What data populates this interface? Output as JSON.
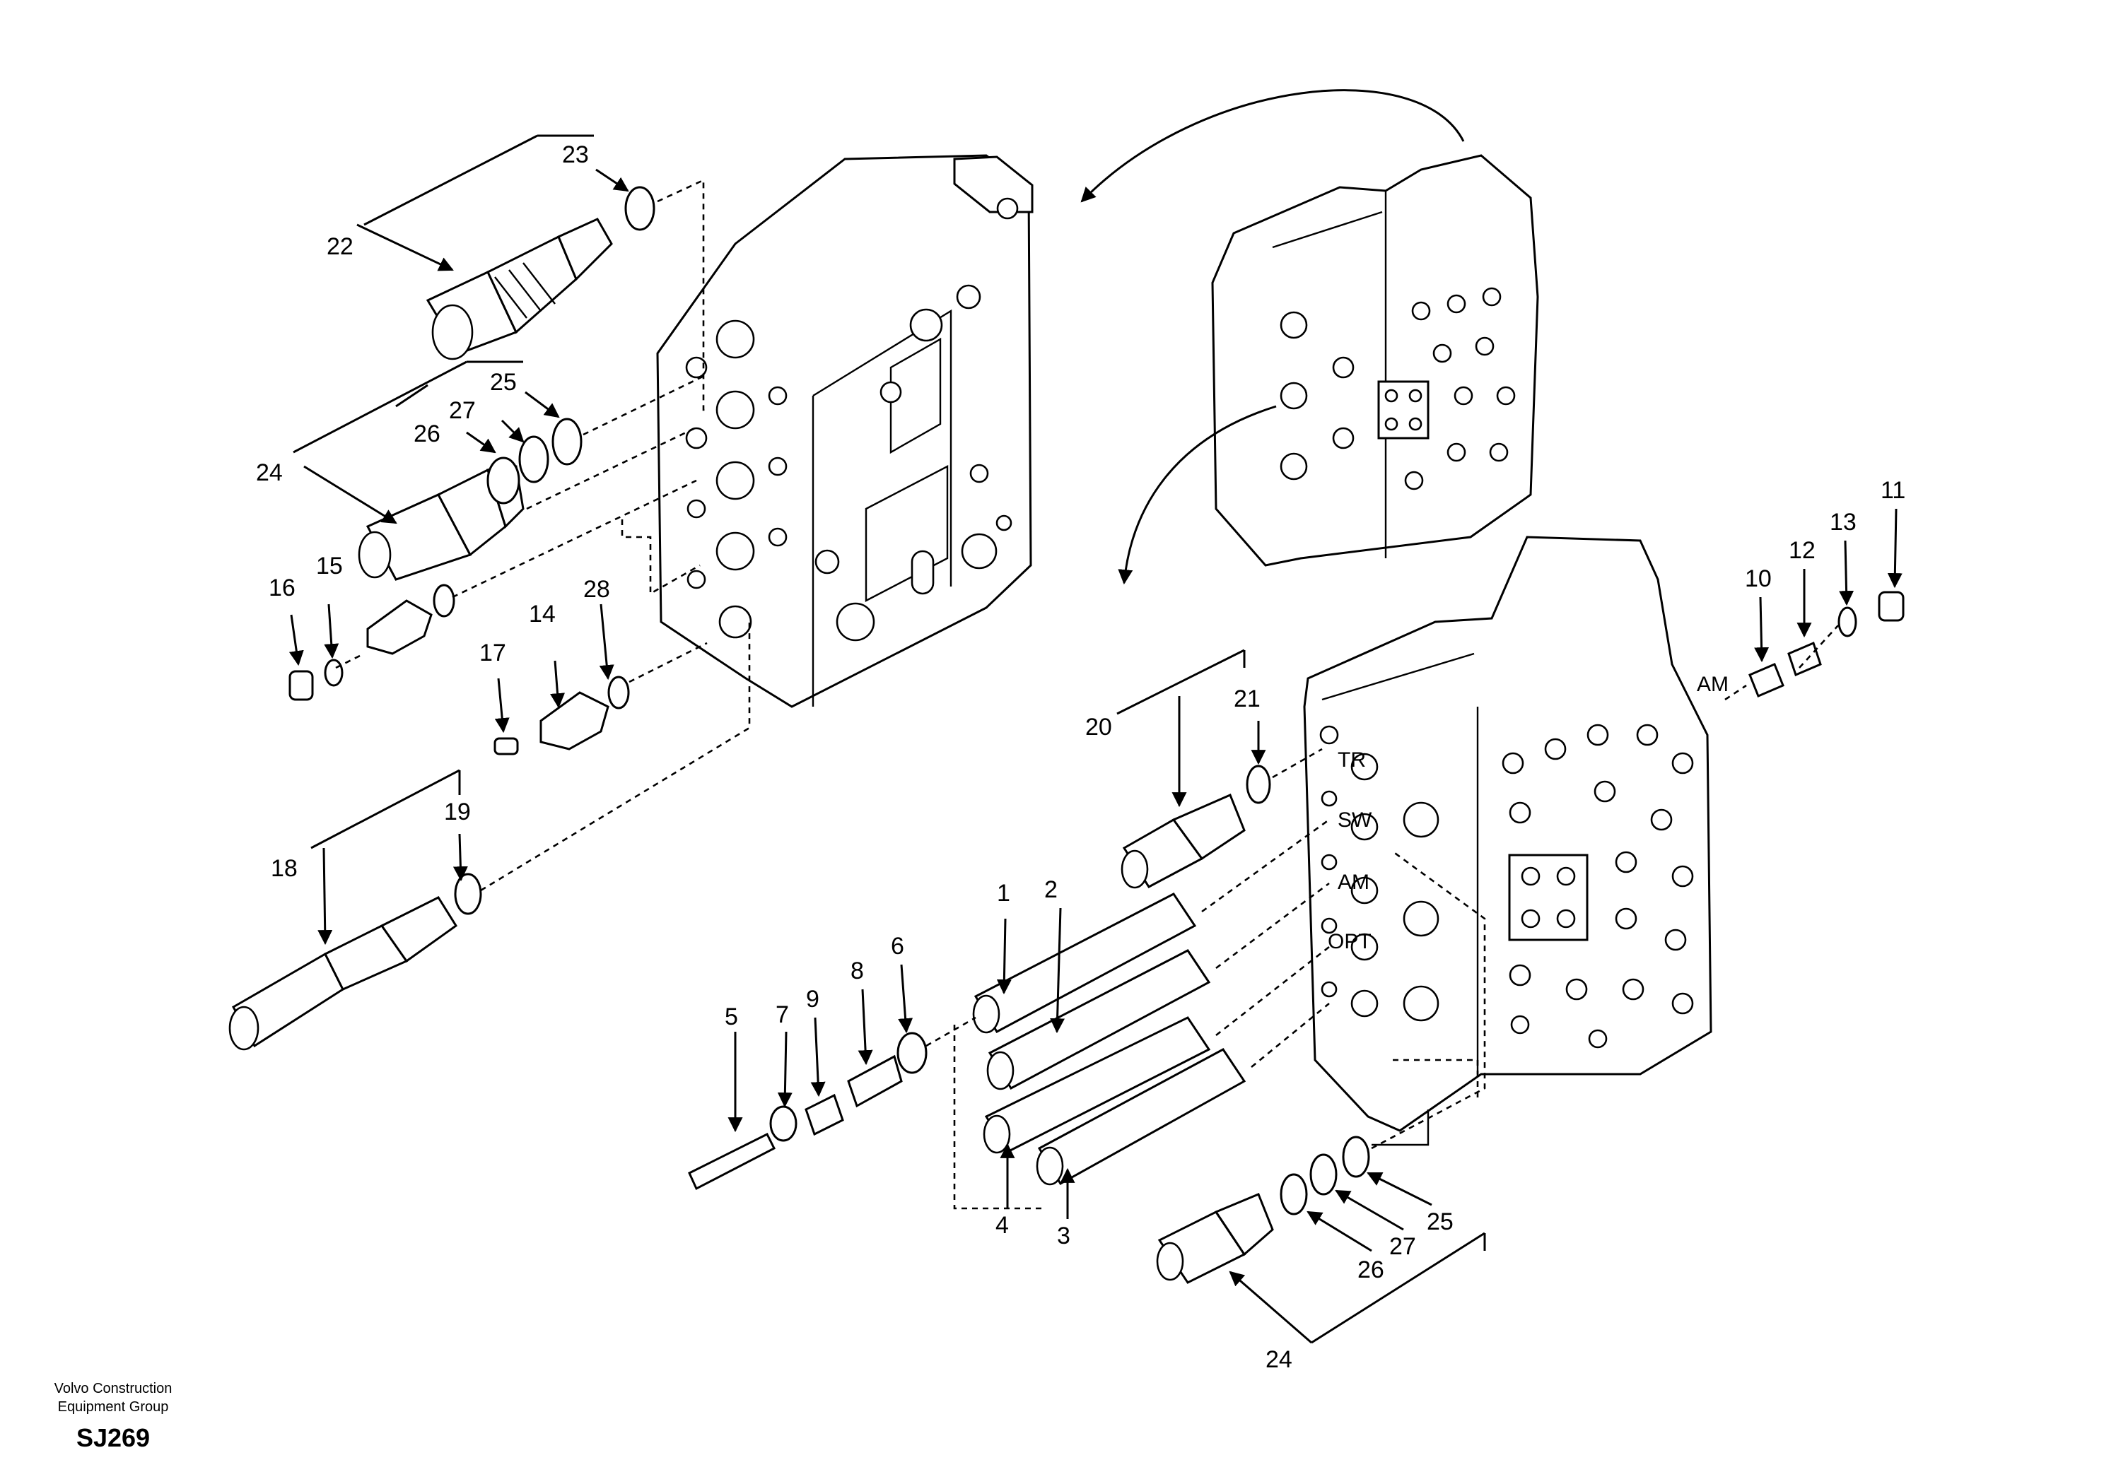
{
  "callouts": {
    "c1": "1",
    "c2": "2",
    "c3": "3",
    "c4": "4",
    "c5": "5",
    "c6": "6",
    "c7": "7",
    "c8": "8",
    "c9": "9",
    "c10": "10",
    "c11": "11",
    "c12": "12",
    "c13": "13",
    "c14": "14",
    "c15": "15",
    "c16": "16",
    "c17": "17",
    "c18": "18",
    "c19": "19",
    "c20": "20",
    "c21": "21",
    "c22": "22",
    "c23": "23",
    "c24": "24",
    "c25": "25",
    "c26": "26",
    "c27": "27",
    "c28": "28"
  },
  "ports": {
    "tr": "TR",
    "sw": "SW",
    "am": "AM",
    "opt": "OPT",
    "am_side": "AM"
  },
  "footer": {
    "org_line1": "Volvo Construction",
    "org_line2": "Equipment Group",
    "code": "SJ269"
  }
}
